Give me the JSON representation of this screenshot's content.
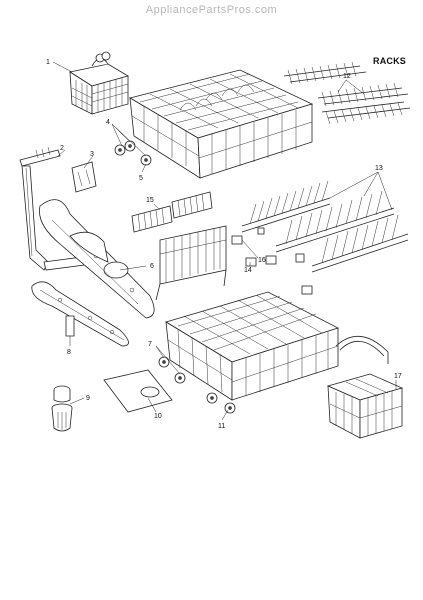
{
  "watermark": "AppliancePartsPros.com",
  "section_title": "RACKS",
  "callouts": [
    "1",
    "2",
    "3",
    "4",
    "5",
    "6",
    "7",
    "8",
    "9",
    "10",
    "11",
    "12",
    "13",
    "14",
    "15",
    "16",
    "17"
  ]
}
